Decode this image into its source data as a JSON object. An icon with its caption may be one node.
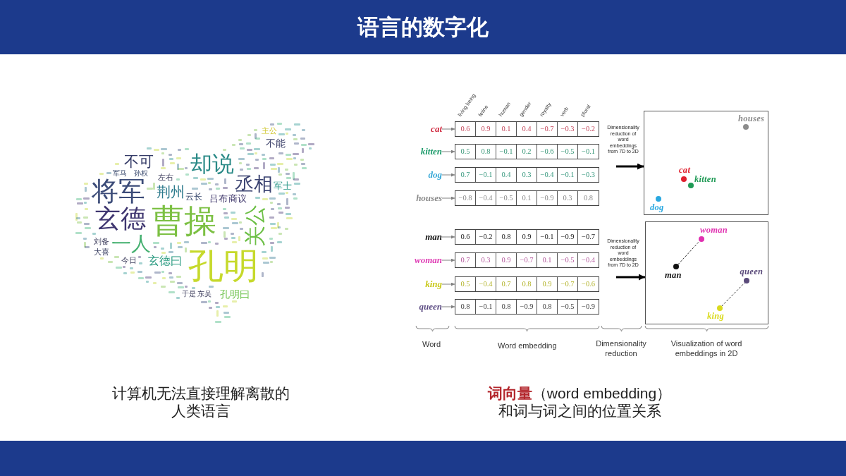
{
  "diagram": {
    "title": "语言的数字化",
    "nodes": [
      {
        "text": [
          "cat"
        ]
      },
      {
        "text": [
          "0.6",
          "0.9",
          "0.1",
          "0.4",
          "−0.7",
          "−0.3",
          "−0.2"
        ]
      },
      {
        "text": [
          "kitten"
        ]
      },
      {
        "text": [
          "0.5",
          "0.8",
          "−0.1",
          "0.2",
          "−0.6",
          "−0.5",
          "−0.1"
        ]
      },
      {
        "text": [
          "dog"
        ]
      },
      {
        "text": [
          "0.7",
          "−0.1",
          "0.4",
          "0.3",
          "−0.4",
          "−0.1",
          "−0.3"
        ]
      },
      {
        "text": [
          "houses"
        ]
      },
      {
        "text": [
          "−0.8",
          "−0.4",
          "−0.5",
          "0.1",
          "−0.9",
          "0.3",
          "0.8"
        ]
      },
      {
        "text": [],
        "shape": "box"
      },
      {
        "text": [],
        "shape": "circle",
        "beside": [
          "houses"
        ],
        "in": 8
      },
      {
        "text": [],
        "shape": "circle",
        "beside": [
          "cat"
        ],
        "in": 8
      },
      {
        "text": [],
        "shape": "circle",
        "beside": [
          "kitten"
        ],
        "in": 8
      },
      {
        "text": [],
        "shape": "circle",
        "beside": [
          "dog"
        ],
        "in": 8
      },
      {
        "text": [
          "man"
        ]
      },
      {
        "text": [
          "0.6",
          "−0.2",
          "0.8",
          "0.9",
          "−0.1",
          "−0.9",
          "−0.7"
        ]
      },
      {
        "text": [
          "woman"
        ]
      },
      {
        "text": [
          "0.7",
          "0.3",
          "0.9",
          "−0.7",
          "0.1",
          "−0.5",
          "−0.4"
        ]
      },
      {
        "text": [
          "king"
        ]
      },
      {
        "text": [
          "0.5",
          "−0.4",
          "0.7",
          "0.8",
          "0.9",
          "−0.7",
          "−0.6"
        ]
      },
      {
        "text": [
          "queen"
        ]
      },
      {
        "text": [
          "0.8",
          "−0.1",
          "0.8",
          "−0.9",
          "0.8",
          "−0.5",
          "−0.9"
        ]
      },
      {
        "text": [],
        "shape": "box"
      },
      {
        "text": [],
        "shape": "circle",
        "beside": [
          "woman"
        ],
        "in": 21
      },
      {
        "text": [],
        "shape": "circle",
        "beside": [
          "man"
        ],
        "in": 21
      },
      {
        "text": [],
        "shape": "circle",
        "beside": [
          "queen"
        ],
        "in": 21
      },
      {
        "text": [],
        "shape": "circle",
        "beside": [
          "king"
        ],
        "in": 21
      }
    ],
    "edges": [
      {
        "from": 0,
        "to": 1,
        "arrow": "to"
      },
      {
        "from": 2,
        "to": 3,
        "arrow": "to"
      },
      {
        "from": 4,
        "to": 5,
        "arrow": "to"
      },
      {
        "from": 6,
        "to": 7,
        "arrow": "to"
      },
      {
        "from": null,
        "to": 8,
        "arrow": "to",
        "label": "Dimensionality reduction of word embeddings from 7D to 2D",
        "style": "thick",
        "color": "#000000"
      },
      {
        "from": 13,
        "to": 14,
        "arrow": "to"
      },
      {
        "from": 15,
        "to": 16,
        "arrow": "to"
      },
      {
        "from": 17,
        "to": 18,
        "arrow": "to"
      },
      {
        "from": 19,
        "to": 20,
        "arrow": "to"
      },
      {
        "from": null,
        "to": 21,
        "arrow": "to",
        "label": "Dimensionality reduction of word embeddings from 7D to 2D",
        "style": "thick",
        "color": "#000000"
      },
      {
        "from": 23,
        "to": 22,
        "arrow": "none",
        "style": "dashed",
        "color": "#333333"
      },
      {
        "from": 25,
        "to": 24,
        "arrow": "none",
        "style": "dashed",
        "color": "#333333"
      }
    ],
    "labels": [
      "曹操",
      "孔明",
      "将军",
      "玄德",
      "却说",
      "丞相",
      "关公",
      "一人",
      "荆州",
      "云长",
      "不可",
      "不能",
      "主公",
      "左右",
      "吕布",
      "商议",
      "军士",
      "玄德曰",
      "孔明曰",
      "刘备",
      "大喜",
      "今日",
      "于是",
      "东吴",
      "军马",
      "孙权",
      "living being",
      "feline",
      "human",
      "gender",
      "royalty",
      "verb",
      "plural",
      "Word",
      "Word embedding",
      "Dimensionality reduction",
      "Visualization of word embeddings in 2D",
      "计算机无法直接理解离散的人类语言",
      "**词向量**（word embedding）和词与词之间的位置关系"
    ]
  }
}
